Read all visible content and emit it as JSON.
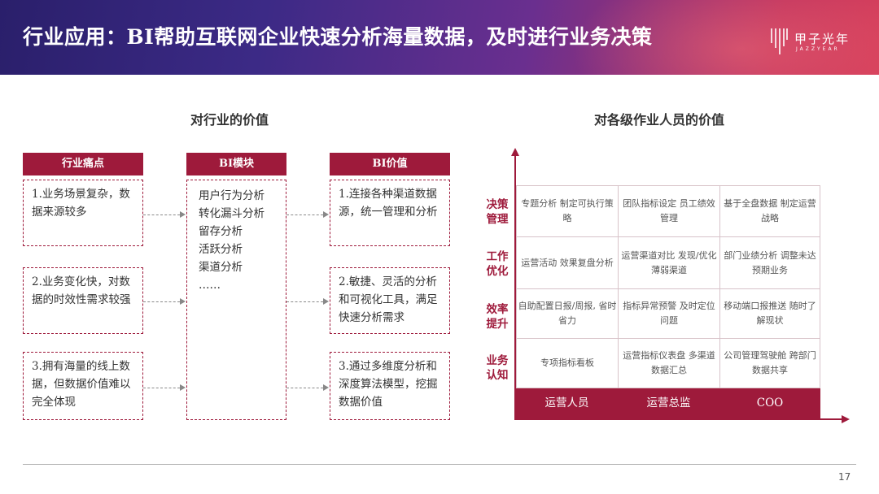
{
  "header": {
    "title": "行业应用：BI帮助互联网企业快速分析海量数据，及时进行业务决策",
    "logo_cn": "甲子光年",
    "logo_en": "JAZZYEAR"
  },
  "left": {
    "title": "对行业的价值",
    "col_pain": "行业痛点",
    "col_module": "BI模块",
    "col_value": "BI价值",
    "pains": [
      "1.业务场景复杂，数据来源较多",
      "2.业务变化快，对数据的时效性需求较强",
      "3.拥有海量的线上数据，但数据价值难以完全体现"
    ],
    "modules": [
      "用户行为分析",
      "转化漏斗分析",
      "留存分析",
      "活跃分析",
      "渠道分析",
      "……"
    ],
    "values": [
      "1.连接各种渠道数据源，统一管理和分析",
      "2.敏捷、灵活的分析和可视化工具，满足快速分析需求",
      "3.通过多维度分析和深度算法模型，挖掘数据价值"
    ]
  },
  "right": {
    "title": "对各级作业人员的价值",
    "y_levels": [
      "决策管理",
      "工作优化",
      "效率提升",
      "业务认知"
    ],
    "x_roles": [
      "运营人员",
      "运营总监",
      "COO"
    ],
    "cells": [
      [
        "专题分析 制定可执行策略",
        "团队指标设定 员工绩效管理",
        "基于全盘数据 制定运营战略"
      ],
      [
        "运营活动 效果复盘分析",
        "运营渠道对比 发现/优化薄弱渠道",
        "部门业绩分析 调整未达预期业务"
      ],
      [
        "自助配置日报/周报, 省时省力",
        "指标异常预警 及时定位问题",
        "移动端口报推送 随时了解现状"
      ],
      [
        "专项指标看板",
        "运营指标仪表盘 多渠道数据汇总",
        "公司管理驾驶舱 跨部门数据共享"
      ]
    ]
  },
  "footer": {
    "page": "17"
  }
}
